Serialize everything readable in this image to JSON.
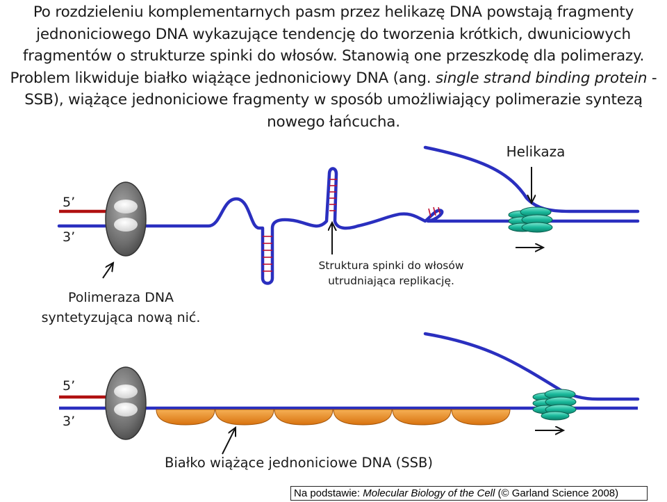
{
  "intro": {
    "part1": "Po rozdzieleniu komplementarnych pasm przez helikazę DNA powstają fragmenty jednoniciowego DNA wykazujące tendencję do tworzenia krótkich, dwuniciowych fragmentów o strukturze spinki do włosów. Stanowią one przeszkodę dla polimerazy. Problem likwiduje białko wiążące jednoniciowy DNA (ang. ",
    "italic": "single strand binding protein",
    "part2": " - SSB), wiążące jednoniciowe fragmenty w sposób umożliwiający polimerazie syntezą nowego łańcucha."
  },
  "labels": {
    "helicase": "Helikaza",
    "five_prime": "5’",
    "three_prime": "3’",
    "polymerase_line1": "Polimeraza DNA",
    "polymerase_line2": "syntetyzująca nową nić.",
    "hairpin_line1": "Struktura spinki do włosów",
    "hairpin_line2": "utrudniająca replikację.",
    "ssb": "Białko wiążące jednoniciowe DNA (SSB)"
  },
  "credit": {
    "prefix": "Na podstawie: ",
    "source_italic": "Molecular Biology of the Cell",
    "suffix": " (© Garland Science 2008)"
  },
  "colors": {
    "strand": "#2a2fbf",
    "new_strand": "#b01010",
    "polymerase": "#6e6e6e",
    "helicase": "#19b89a",
    "ssb": "#e88a1e",
    "hairpin_rungs": "#c01030"
  }
}
